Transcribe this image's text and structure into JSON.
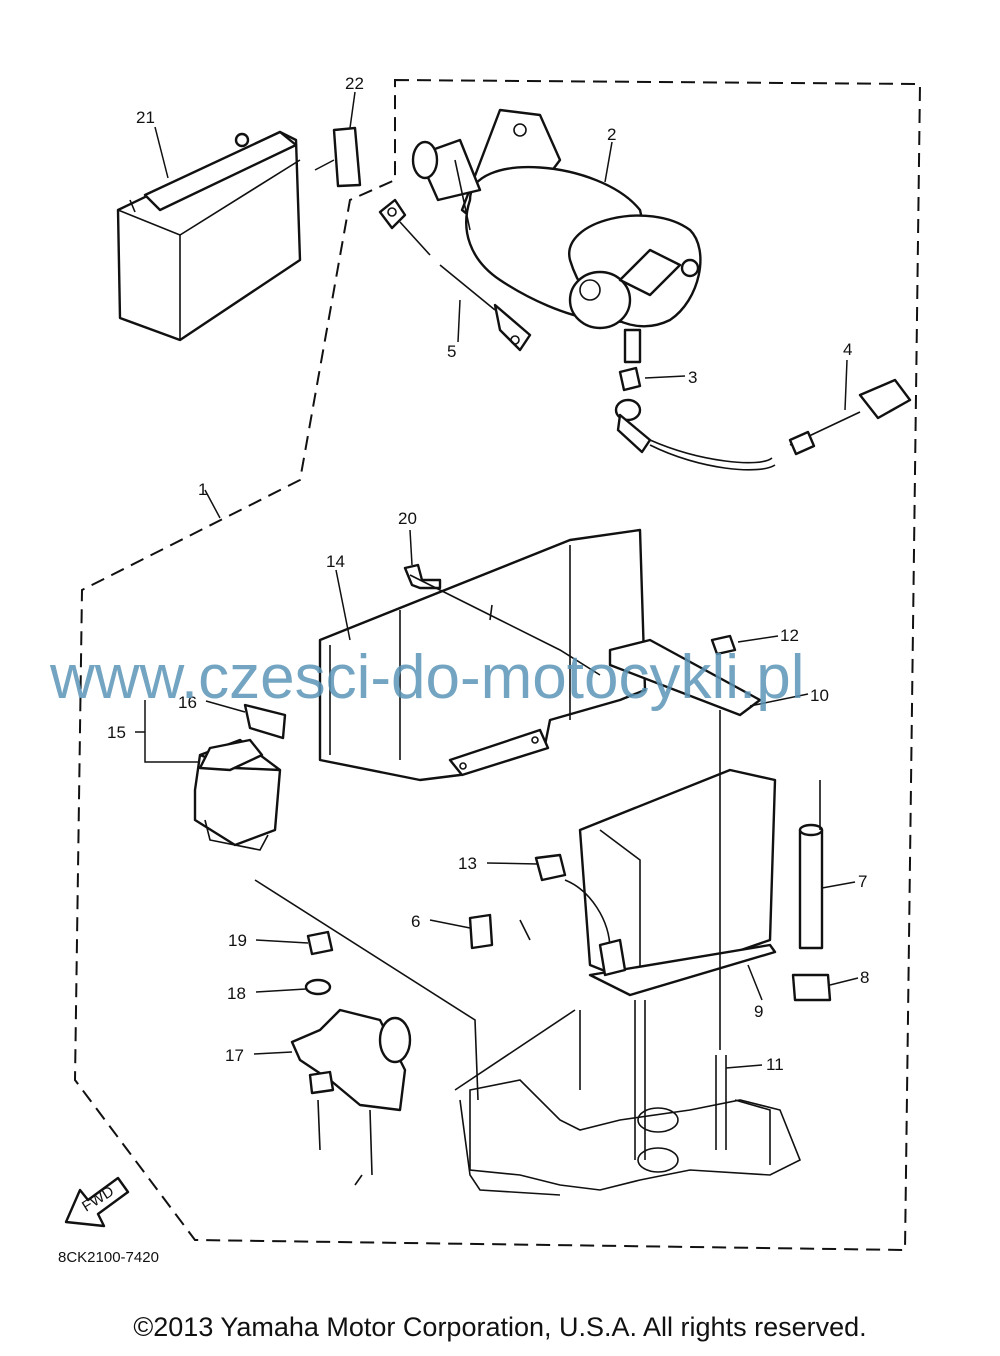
{
  "callouts": {
    "c1": "1",
    "c2": "2",
    "c3": "3",
    "c4": "4",
    "c5": "5",
    "c6": "6",
    "c7": "7",
    "c8": "8",
    "c9": "9",
    "c10": "10",
    "c11": "11",
    "c12": "12",
    "c13": "13",
    "c14": "14",
    "c15": "15",
    "c16": "16",
    "c17": "17",
    "c18": "18",
    "c19": "19",
    "c20": "20",
    "c21": "21",
    "c22": "22"
  },
  "diagram_code": "8CK2100-7420",
  "fwd_label": "FWD",
  "watermark": "www.czesci-do-motocykli.pl",
  "copyright": "©2013 Yamaha Motor Corporation, U.S.A. All rights reserved."
}
